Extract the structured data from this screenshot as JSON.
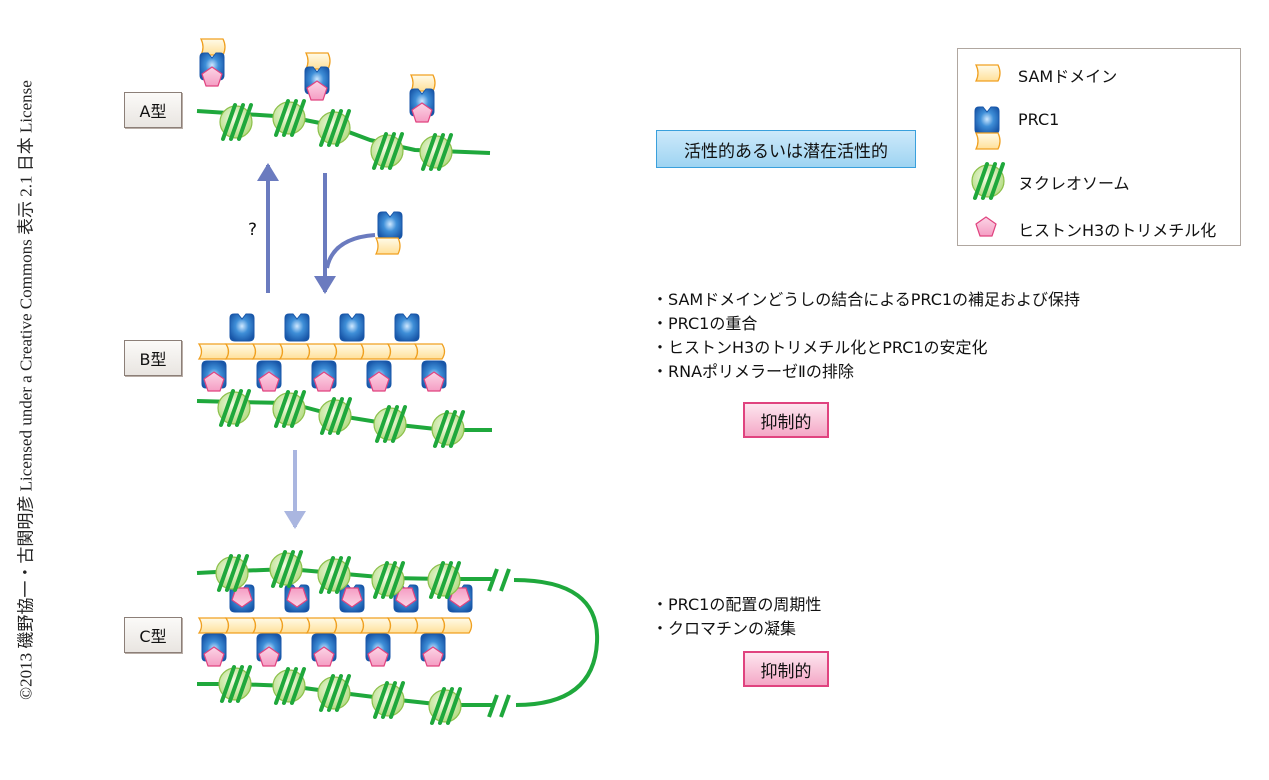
{
  "copyright": "©2013 磯野協一・古関明彦 Licensed under a Creative Commons 表示 2.1 日本 License",
  "types": [
    {
      "label": "A型"
    },
    {
      "label": "B型"
    },
    {
      "label": "C型"
    }
  ],
  "arrows": {
    "question_mark": "?"
  },
  "state_a": {
    "status": "活性的あるいは潜在活性的"
  },
  "state_b": {
    "bullets": [
      "SAMドメインどうしの結合によるPRC1の補足および保持",
      "PRC1の重合",
      "ヒストンH3のトリメチル化とPRC1の安定化",
      "RNAポリメラーゼⅡの排除"
    ],
    "status": "抑制的"
  },
  "state_c": {
    "bullets": [
      "PRC1の配置の周期性",
      "クロマチンの凝集"
    ],
    "status": "抑制的"
  },
  "legend": {
    "items": [
      {
        "icon": "sam-domain-icon",
        "label": "SAMドメイン"
      },
      {
        "icon": "prc1-icon",
        "label": "PRC1"
      },
      {
        "icon": "nucleosome-icon",
        "label": "ヌクレオソーム"
      },
      {
        "icon": "h3k27me3-pentagon-icon",
        "label": "ヒストンH3のトリメチル化"
      }
    ]
  },
  "colors": {
    "dna": "#1fa83c",
    "nucleosome_fill": "#c6e59a",
    "prc1": "#1f6fc0",
    "sam_fill": "#fff0c8",
    "sam_stroke": "#f0a020",
    "pentagon_fill": "#f7b6d2",
    "pentagon_stroke": "#e0437f",
    "arrow": "#6b7bbf",
    "arrow_light": "#aab6e0"
  }
}
